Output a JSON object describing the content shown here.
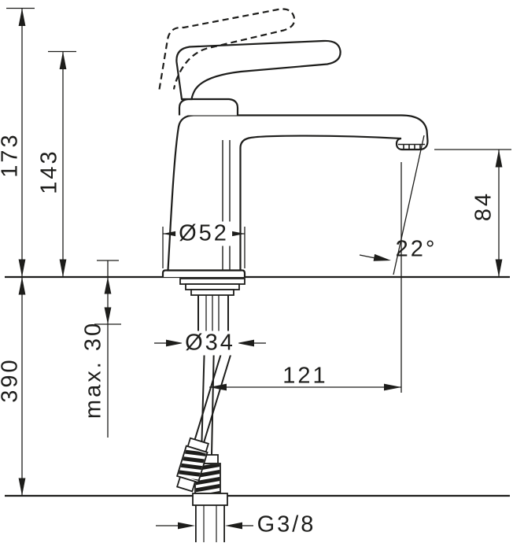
{
  "drawing": {
    "name": "Basin mixer technical dimension drawing",
    "line_color": "#1d1d1b",
    "dims": {
      "total_height": "173",
      "spout_height": "143",
      "below_counter_depth": "390",
      "max_mounting_thickness": "max. 30",
      "base_diameter": "Ø52",
      "shank_diameter": "Ø34",
      "outlet_height": "84",
      "spray_angle": "22°",
      "spout_reach": "121",
      "connection_thread": "G3/8"
    }
  }
}
